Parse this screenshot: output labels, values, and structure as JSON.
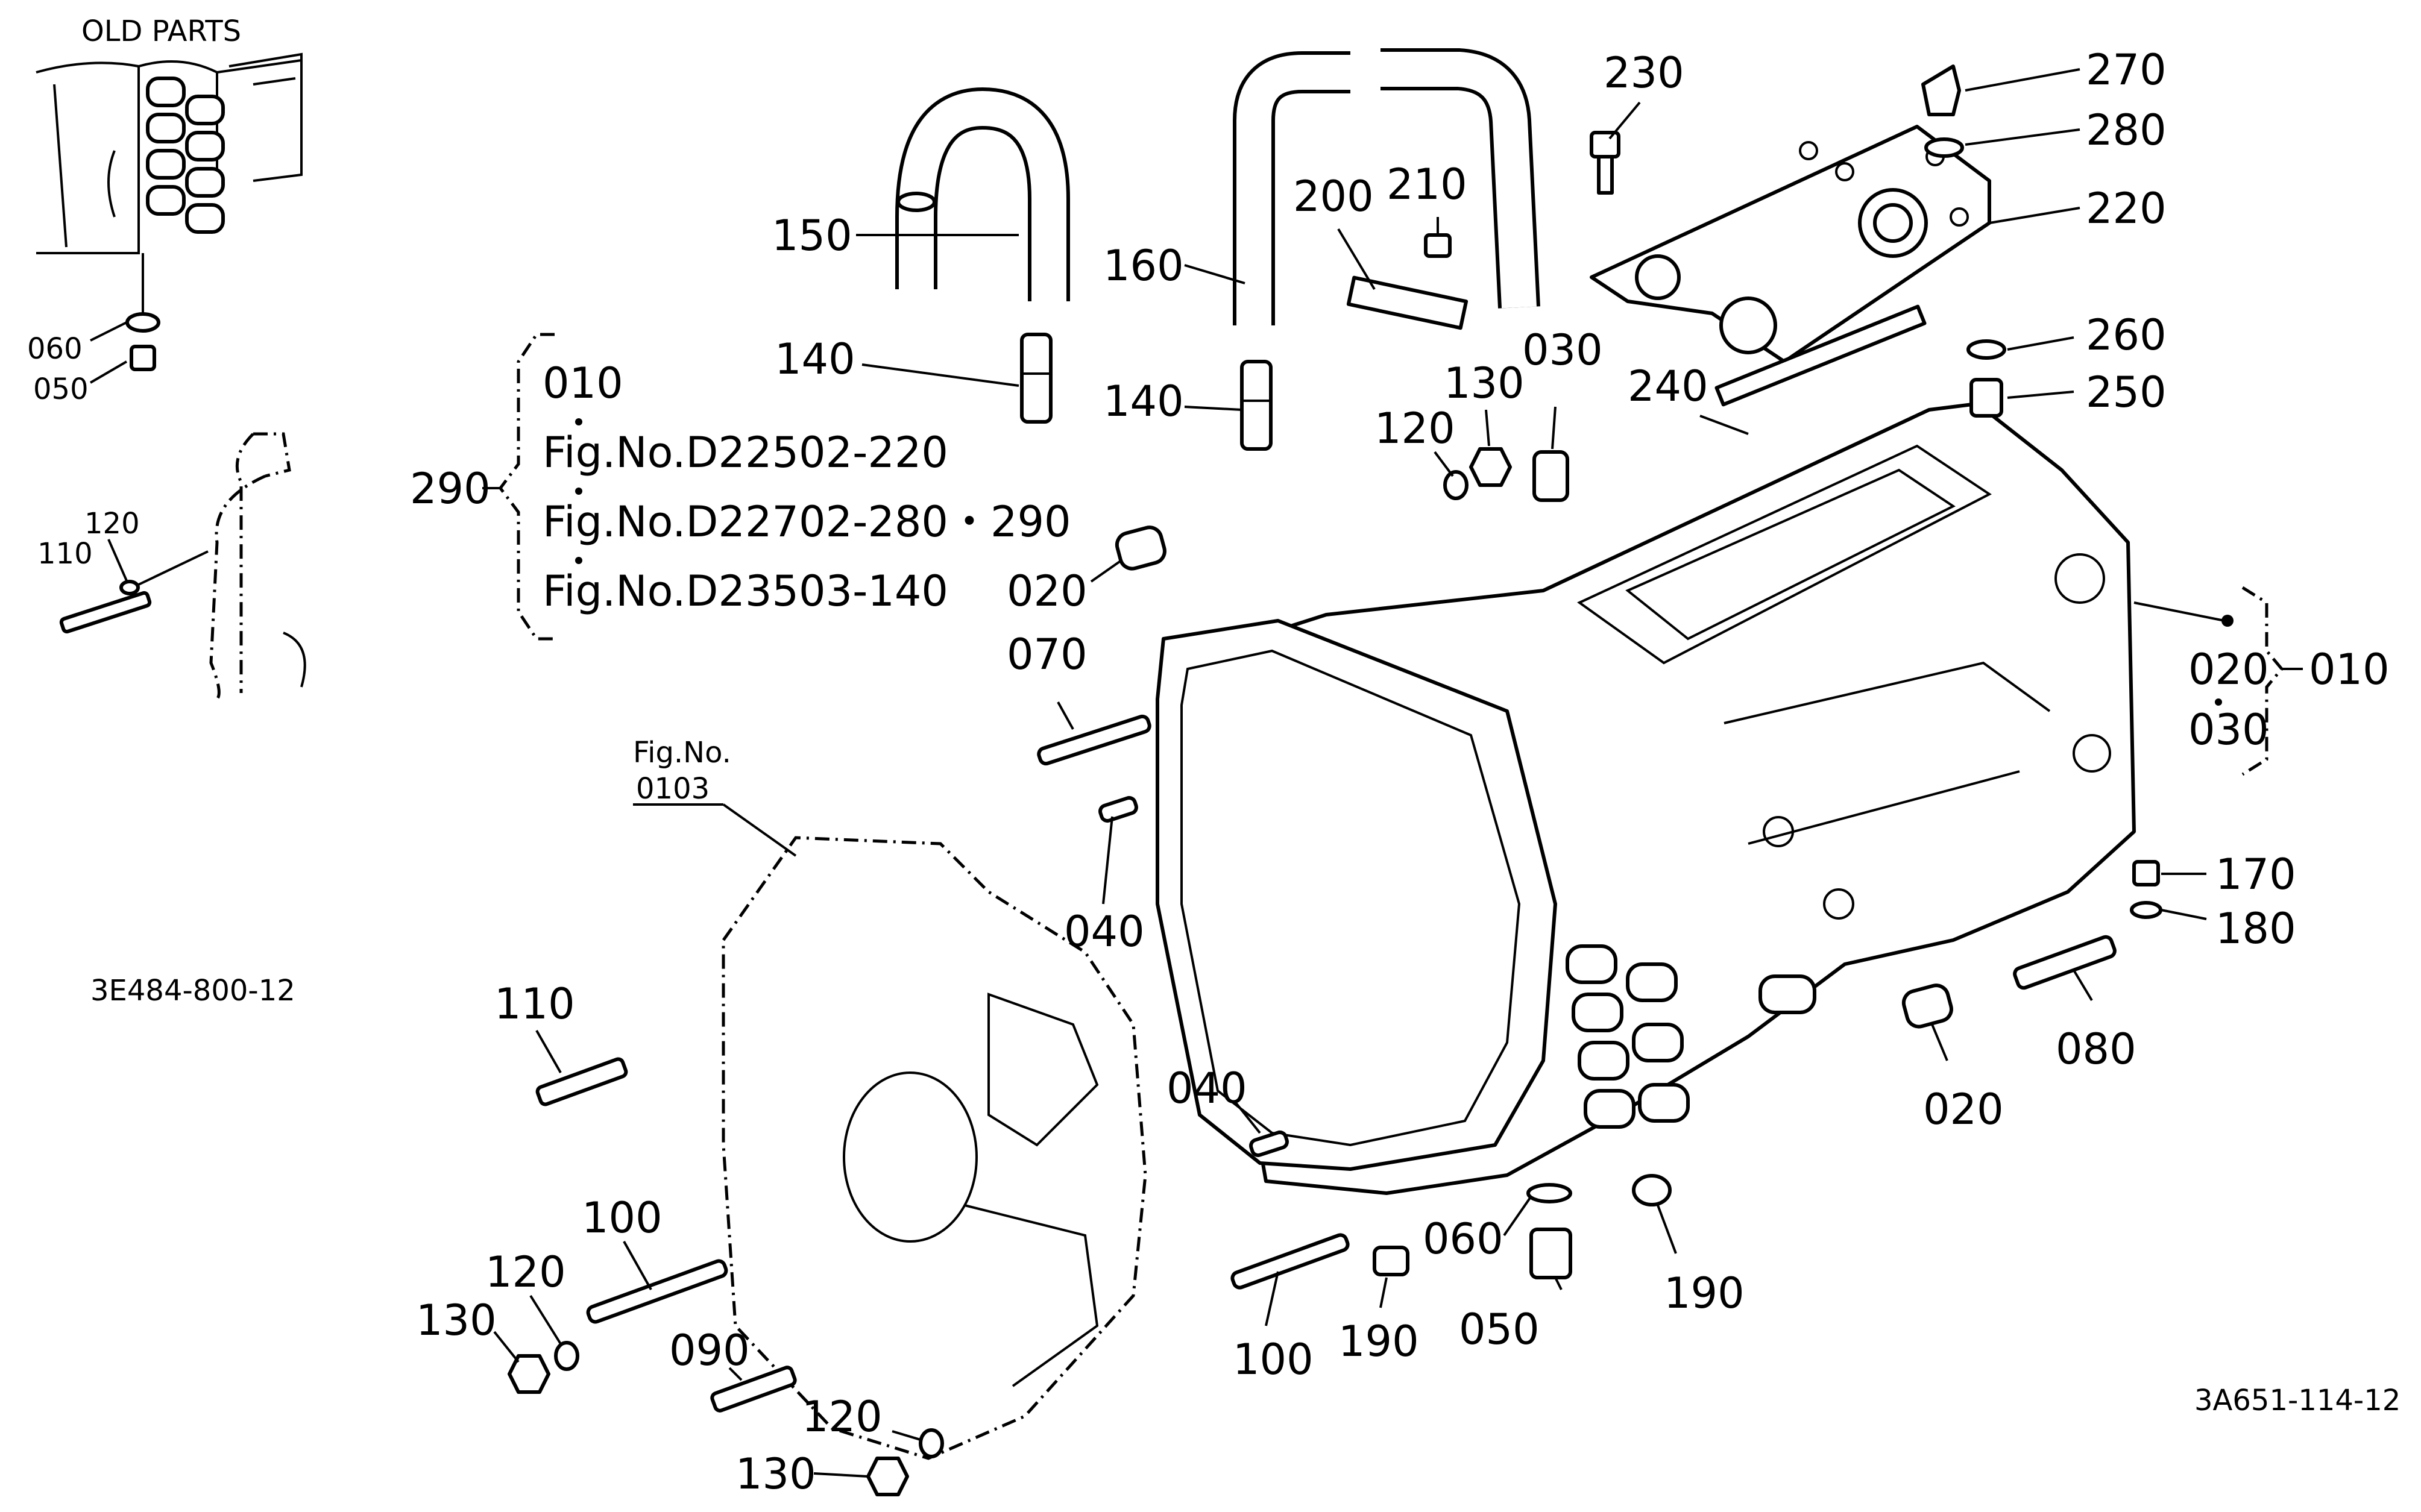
{
  "inset": {
    "title": "OLD PARTS",
    "labels": [
      "060",
      "050",
      "120",
      "110"
    ]
  },
  "reference_code_left": "3E484-800-12",
  "reference_code_right": "3A651-114-12",
  "fig_reference": {
    "line1": "Fig.No.",
    "line2": "0103"
  },
  "group_290": {
    "label": "290",
    "lines": [
      "010",
      "Fig.No.D22502-220",
      "Fig.No.D22702-280・290",
      "Fig.No.D23503-140"
    ]
  },
  "group_010": {
    "label": "010",
    "lines": [
      "020",
      "030"
    ]
  },
  "callouts": {
    "c150": "150",
    "c160": "160",
    "c200": "200",
    "c210": "210",
    "c230": "230",
    "c270": "270",
    "c280": "280",
    "c220": "220",
    "c260": "260",
    "c250": "250",
    "c240": "240",
    "c030": "030",
    "c130a": "130",
    "c120a": "120",
    "c140a": "140",
    "c140b": "140",
    "c020a": "020",
    "c070": "070",
    "c040a": "040",
    "c110": "110",
    "c040b": "040",
    "c100a": "100",
    "c120b": "120",
    "c130b": "130",
    "c090": "090",
    "c120c": "120",
    "c130c": "130",
    "c100b": "100",
    "c190a": "190",
    "c060": "060",
    "c050": "050",
    "c190b": "190",
    "c020b": "020",
    "c080": "080",
    "c170": "170",
    "c180": "180"
  }
}
